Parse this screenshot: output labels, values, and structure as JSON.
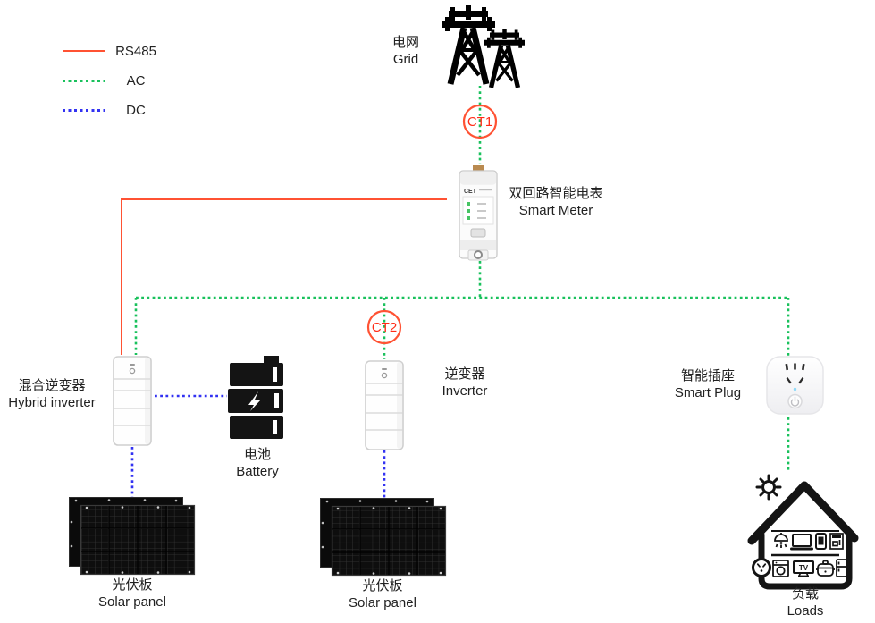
{
  "legend": {
    "items": [
      {
        "id": "rs485",
        "label": "RS485",
        "color": "#ff5233",
        "style": "solid"
      },
      {
        "id": "ac",
        "label": "AC",
        "color": "#19c15c",
        "style": "dotted"
      },
      {
        "id": "dc",
        "label": "DC",
        "color": "#3232f2",
        "style": "dotted"
      }
    ]
  },
  "ct": {
    "ct1": "CT1",
    "ct2": "CT2"
  },
  "nodes": {
    "grid": {
      "zh": "电网",
      "en": "Grid"
    },
    "smart_meter": {
      "zh": "双回路智能电表",
      "en": "Smart Meter",
      "brand": "CET"
    },
    "hybrid_inverter": {
      "zh": "混合逆变器",
      "en": "Hybrid inverter"
    },
    "battery": {
      "zh": "电池",
      "en": "Battery"
    },
    "inverter": {
      "zh": "逆变器",
      "en": "Inverter"
    },
    "smart_plug": {
      "zh": "智能插座",
      "en": "Smart Plug"
    },
    "solar_panel_left": {
      "zh": "光伏板",
      "en": "Solar panel"
    },
    "solar_panel_center": {
      "zh": "光伏板",
      "en": "Solar panel"
    },
    "loads": {
      "zh": "负载",
      "en": "Loads",
      "tv_label": "TV"
    }
  },
  "colors": {
    "rs485_line": "#ff5233",
    "ac_line": "#19c15c",
    "dc_line": "#3232f2",
    "ct_text": "#ff2b16",
    "icon_black": "#141414",
    "label_text": "#212121"
  }
}
